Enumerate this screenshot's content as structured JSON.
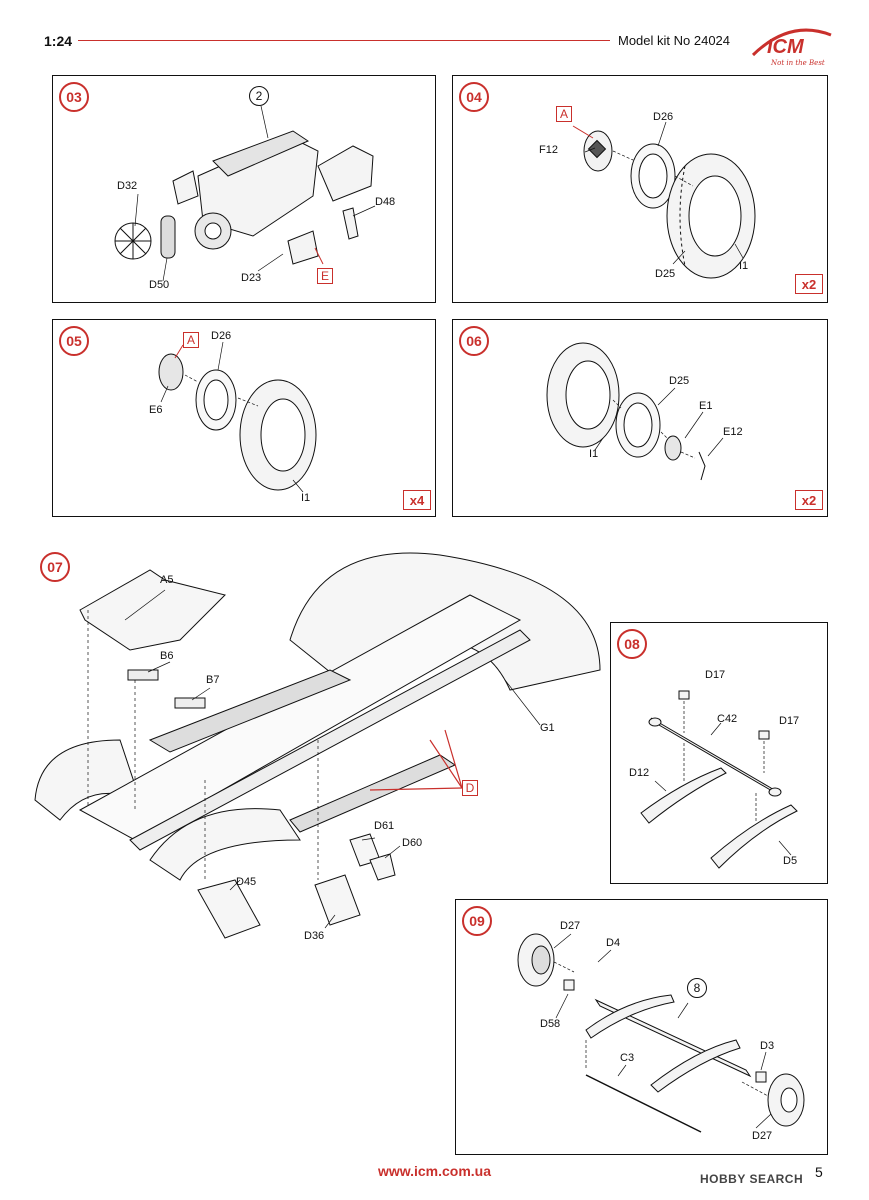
{
  "header": {
    "scale": "1:24",
    "kit_label": "Model kit No 24024",
    "logo_text": "ICM",
    "logo_tagline": "Not in the Best"
  },
  "colors": {
    "accent": "#c9302c",
    "ink": "#111111"
  },
  "steps": {
    "s03": {
      "number": "03",
      "labels": {
        "engine": "2",
        "d32": "D32",
        "d50": "D50",
        "d23": "D23",
        "d48": "D48",
        "e": "E"
      }
    },
    "s04": {
      "number": "04",
      "multiplier": "x2",
      "labels": {
        "a": "A",
        "f12": "F12",
        "d26": "D26",
        "d25": "D25",
        "i1": "I1"
      }
    },
    "s05": {
      "number": "05",
      "multiplier": "x4",
      "labels": {
        "a": "A",
        "d26": "D26",
        "e6": "E6",
        "i1": "I1"
      }
    },
    "s06": {
      "number": "06",
      "multiplier": "x2",
      "labels": {
        "d25": "D25",
        "e1": "E1",
        "e12": "E12",
        "i1": "I1"
      }
    },
    "s07": {
      "number": "07",
      "labels": {
        "a5": "A5",
        "b6": "B6",
        "b7": "B7",
        "g1": "G1",
        "d": "D",
        "d61": "D61",
        "d60": "D60",
        "d45": "D45",
        "d36": "D36"
      }
    },
    "s08": {
      "number": "08",
      "labels": {
        "d17a": "D17",
        "c42": "C42",
        "d17b": "D17",
        "d12": "D12",
        "d5": "D5"
      }
    },
    "s09": {
      "number": "09",
      "labels": {
        "d27a": "D27",
        "d4": "D4",
        "d58": "D58",
        "asm8": "8",
        "c3": "C3",
        "d3": "D3",
        "d27b": "D27"
      }
    }
  },
  "footer": {
    "url": "www.icm.com.ua",
    "page": "5",
    "watermark": "HOBBY SEARCH"
  }
}
